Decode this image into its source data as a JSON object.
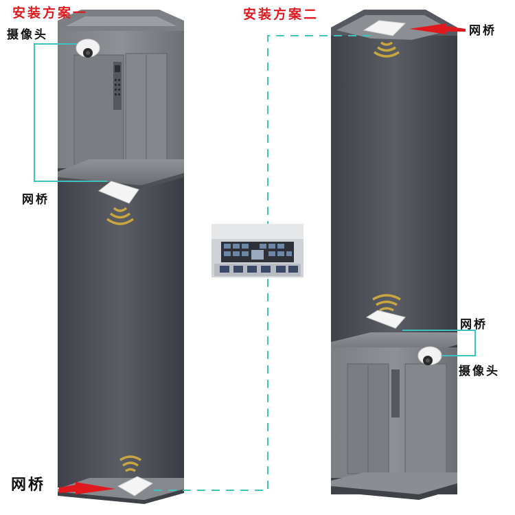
{
  "scheme1": {
    "title": "安装方案一",
    "camera_label": "摄像头",
    "bridge_mid_label": "网桥",
    "bridge_bottom_label": "网桥"
  },
  "scheme2": {
    "title": "安装方案二",
    "bridge_top_label": "网桥",
    "bridge_car_label": "网桥",
    "camera_label": "摄像头"
  },
  "monitoring_center": {
    "icon": "control-room-image"
  },
  "colors": {
    "title": "#e0191e",
    "link_line": "#3cc3c0",
    "arrow": "#e0191e",
    "shaft": "#4a4e54",
    "car_wall": "#6a6d72",
    "wifi": "#c9a640"
  }
}
